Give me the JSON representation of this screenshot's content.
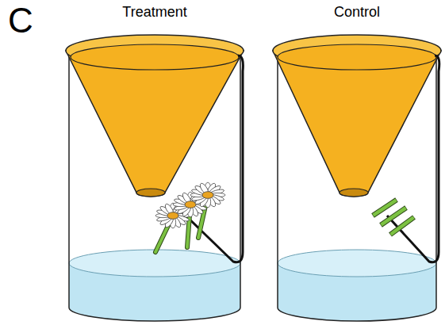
{
  "diagram": {
    "labels": [
      "C",
      "Treatment",
      "Control"
    ]
  }
}
